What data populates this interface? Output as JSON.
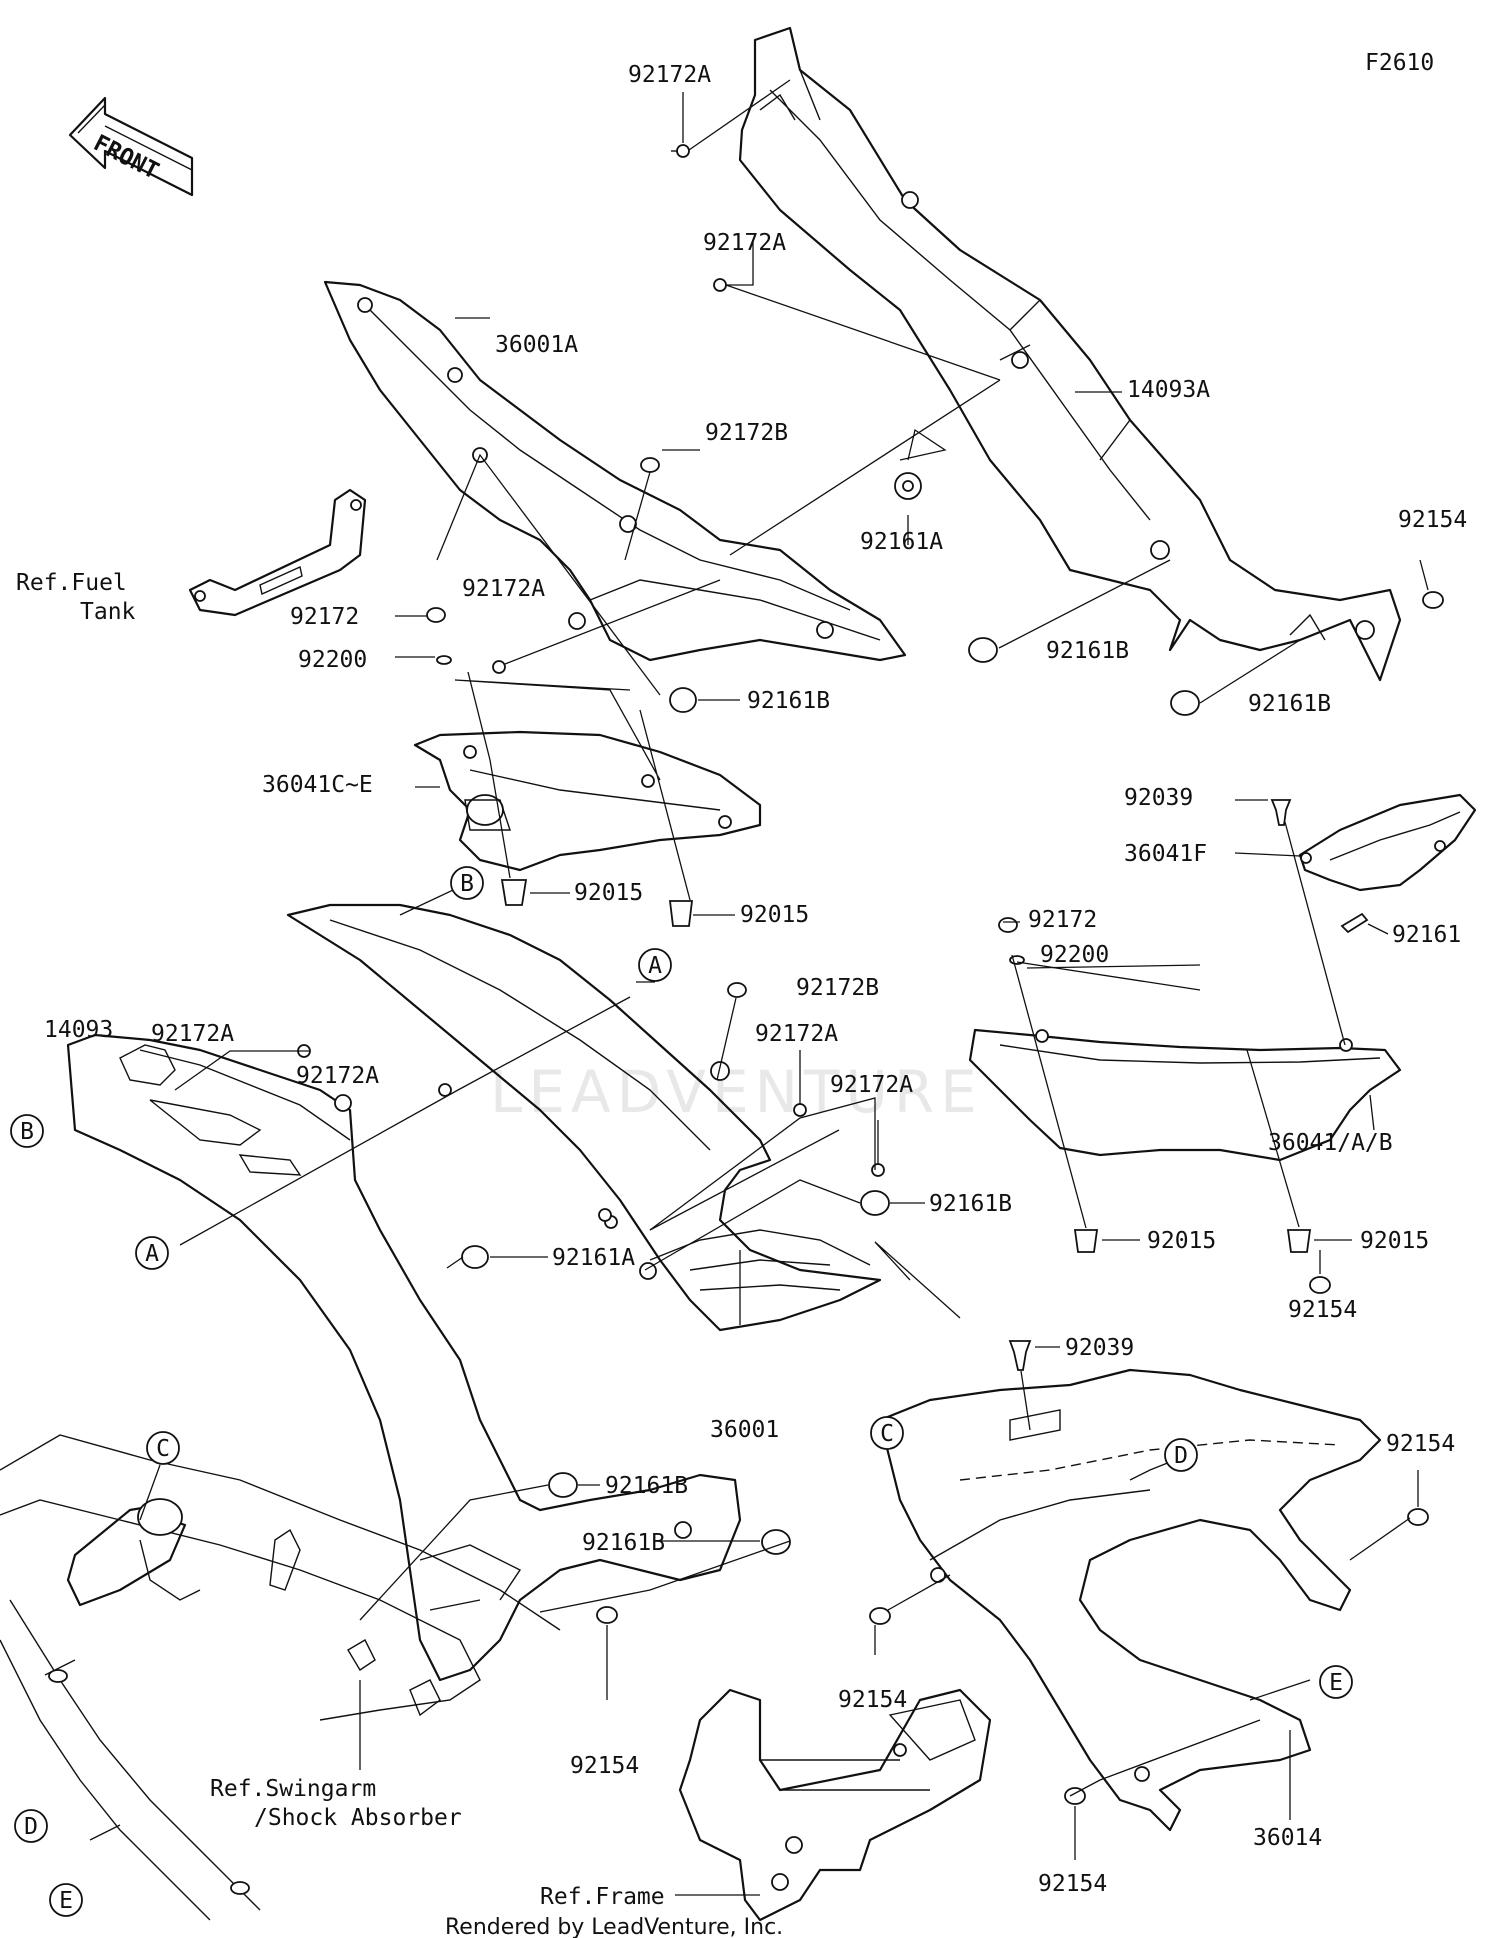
{
  "diagram_code": "F2610",
  "front_label": "FRONT",
  "watermark": "LEADVENTURE",
  "footer": "Rendered by LeadVenture, Inc.",
  "callouts": [
    "A",
    "B",
    "C",
    "D",
    "E"
  ],
  "references": {
    "fuel_tank_line1": "Ref.Fuel",
    "fuel_tank_line2": "Tank",
    "swingarm_line1": "Ref.Swingarm",
    "swingarm_line2": "/Shock Absorber",
    "frame": "Ref.Frame"
  },
  "parts": {
    "p92172A": "92172A",
    "p92172B": "92172B",
    "p92172": "92172",
    "p92200": "92200",
    "p92161A": "92161A",
    "p92161B": "92161B",
    "p92161": "92161",
    "p92154": "92154",
    "p92015": "92015",
    "p92039": "92039",
    "p36001A": "36001A",
    "p36001": "36001",
    "p14093A": "14093A",
    "p14093": "14093",
    "p36041CE": "36041C~E",
    "p36041F": "36041F",
    "p36041AB": "36041/A/B",
    "p36014": "36014"
  }
}
